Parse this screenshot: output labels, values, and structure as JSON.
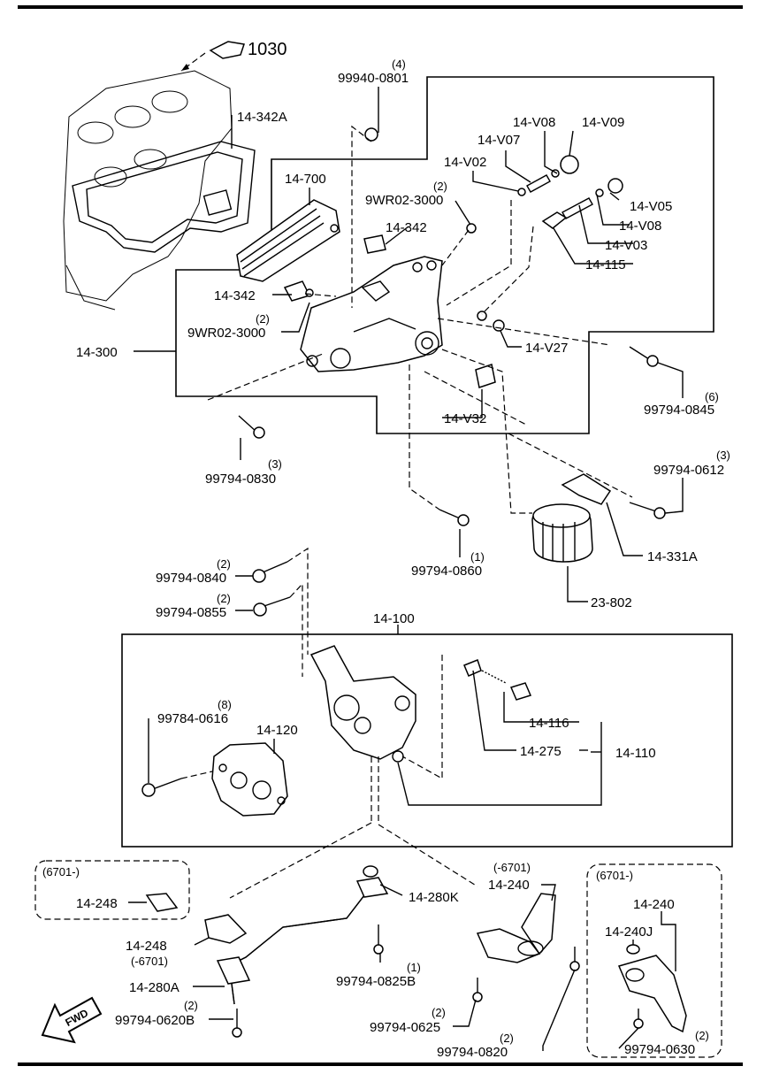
{
  "ref_1030": "1030",
  "labels": {
    "p14_342A": "14-342A",
    "p99940_0801": "99940-0801",
    "q99940_0801": "(4)",
    "p14_V08a": "14-V08",
    "p14_V09": "14-V09",
    "p14_V07": "14-V07",
    "p14_V02": "14-V02",
    "p14_700": "14-700",
    "p9WR02_3000a": "9WR02-3000",
    "q9WR02_3000a": "(2)",
    "p14_342a": "14-342",
    "p14_V05": "14-V05",
    "p14_V08b": "14-V08",
    "p14_V03": "14-V03",
    "p14_115": "14-115",
    "p14_342b": "14-342",
    "q9WR02_3000b": "(2)",
    "p9WR02_3000b": "9WR02-3000",
    "p14_V27": "14-V27",
    "p14_300": "14-300",
    "p14_V32": "14-V32",
    "q99794_0845": "(6)",
    "p99794_0845": "99794-0845",
    "q99794_0830": "(3)",
    "p99794_0830": "99794-0830",
    "q99794_0612": "(3)",
    "p99794_0612": "99794-0612",
    "p14_331A": "14-331A",
    "q99794_0860": "(1)",
    "p99794_0860": "99794-0860",
    "q99794_0840": "(2)",
    "p99794_0840": "99794-0840",
    "q99794_0855": "(2)",
    "p99794_0855": "99794-0855",
    "p23_802": "23-802",
    "p14_100": "14-100",
    "q99784_0616": "(8)",
    "p99784_0616": "99784-0616",
    "p14_120": "14-120",
    "p14_116": "14-116",
    "p14_275": "14-275",
    "p14_110": "14-110",
    "p6701_left": "(6701-)",
    "p14_248a": "14-248",
    "p14_280K": "14-280K",
    "q6701_mid": "(-6701)",
    "p14_240a": "14-240",
    "p6701_right": "(6701-)",
    "p14_240b": "14-240",
    "p14_240J": "14-240J",
    "p14_248b": "14-248",
    "q6701_248": "(-6701)",
    "q99794_0825B": "(1)",
    "p99794_0825B": "99794-0825B",
    "p14_280A": "14-280A",
    "q99794_0620B": "(2)",
    "p99794_0620B": "99794-0620B",
    "q99794_0625": "(2)",
    "p99794_0625": "99794-0625",
    "q99794_0820": "(2)",
    "p99794_0820": "99794-0820",
    "q99794_0630": "(2)",
    "p99794_0630": "99794-0630",
    "fwd": "FWD"
  }
}
